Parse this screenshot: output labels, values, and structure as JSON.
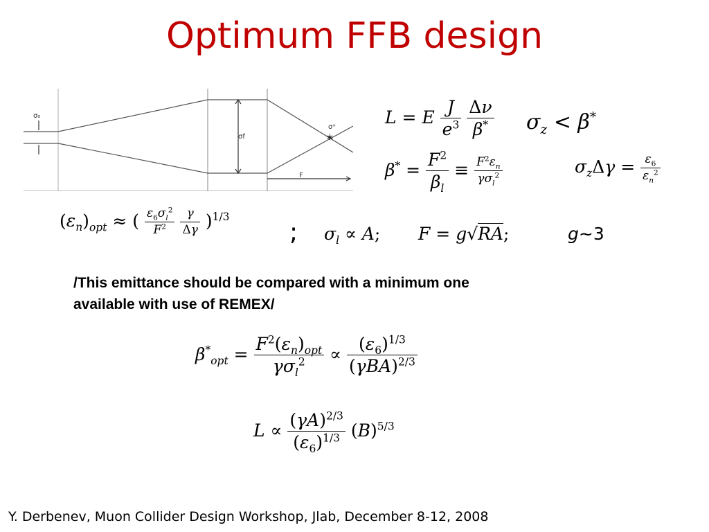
{
  "title": "Optimum FFB design",
  "diagram": {
    "label_sigma0": "σ₀",
    "label_sigmaf": "σf",
    "label_sigmax": "σˣ",
    "label_F": "F"
  },
  "formulas": {
    "luminosity_def": "L = E (J/e³)(Δν/β*)",
    "sigma_z_cond": "σz < β*",
    "beta_star_def": "β* = F²/βl ≡ F²εn/(γσl²)",
    "sigma_z_dgamma": "σzΔγ = ε6/εn²",
    "eps_opt": "(εn)opt ≈ (ε6σl²/F² · γ/Δγ)^(1/3)",
    "semicolon": ";",
    "sigma_l": "σl ∝ A;",
    "F_def": "F = g√(RA);",
    "g_value": "g~3",
    "beta_opt": "β*opt = F²(εn)opt/(γσl²) ∝ (ε6)^(1/3)/(γBA)^(2/3)",
    "L_prop": "L ∝ (γA)^(2/3)/(ε6)^(1/3) (B)^(5/3)"
  },
  "note": "/This emittance should be compared with a minimum one available with use of REMEX/",
  "footer": "Y. Derbenev, Muon Collider Design Workshop, Jlab, December 8-12, 2008",
  "colors": {
    "title": "#c00000",
    "diagram_lines": "#444444"
  }
}
